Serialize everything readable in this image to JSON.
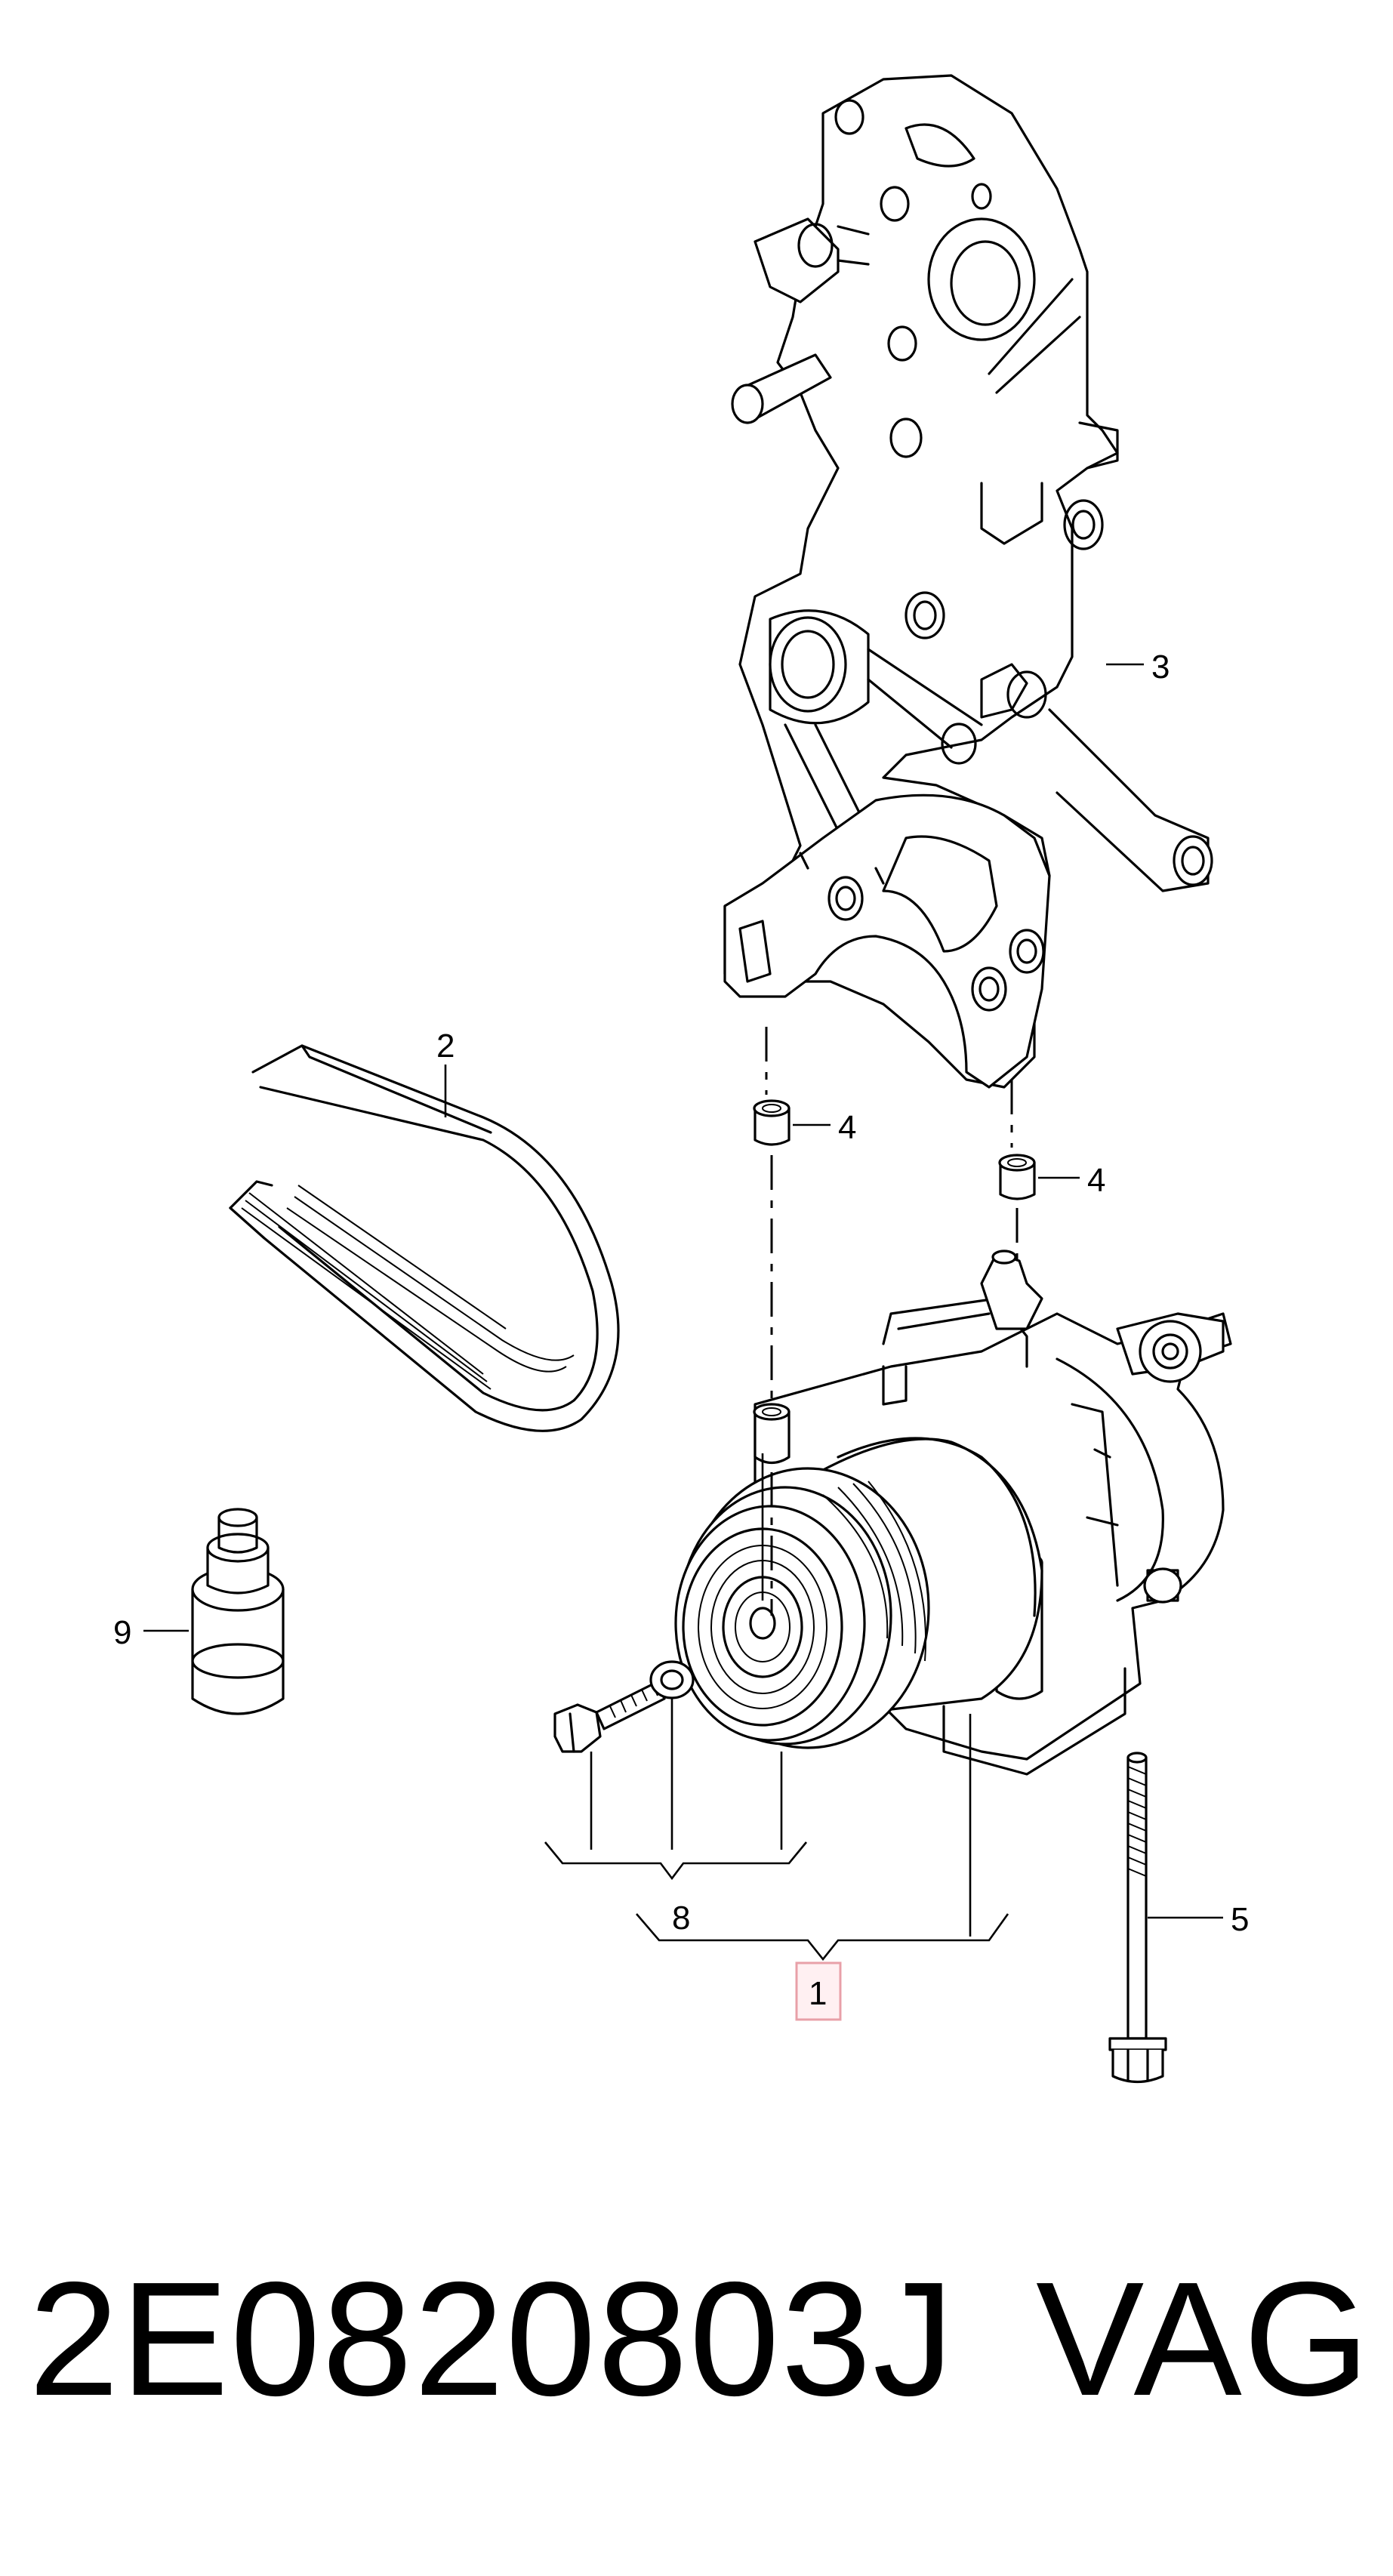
{
  "diagram": {
    "callouts": [
      {
        "id": "label-1",
        "text": "1"
      },
      {
        "id": "label-2",
        "text": "2"
      },
      {
        "id": "label-3",
        "text": "3"
      },
      {
        "id": "label-4a",
        "text": "4"
      },
      {
        "id": "label-4b",
        "text": "4"
      },
      {
        "id": "label-5",
        "text": "5"
      },
      {
        "id": "label-8",
        "text": "8"
      },
      {
        "id": "label-9",
        "text": "9"
      }
    ],
    "highlight_color": "#e8a0a8"
  },
  "footer": {
    "part_number": "2E0820803J",
    "brand": "VAG"
  }
}
